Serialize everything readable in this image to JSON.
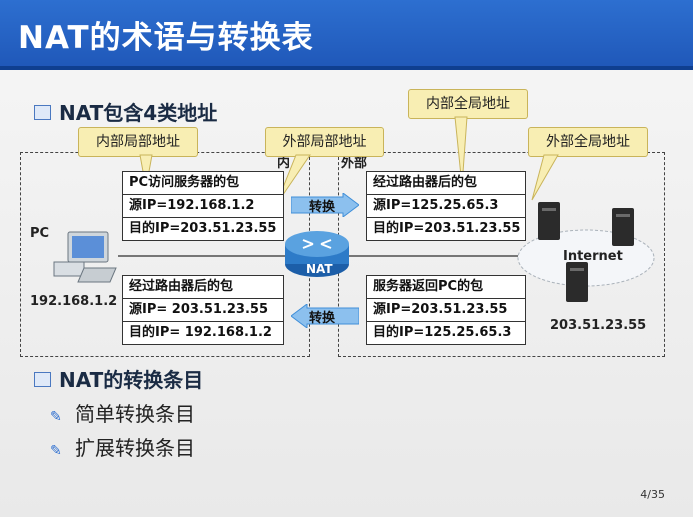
{
  "title": "NAT的术语与转换表",
  "section1": {
    "heading": "NAT包含4类地址"
  },
  "callouts": {
    "inside_local": "内部局部地址",
    "outside_local": "外部局部地址",
    "inside_global": "内部全局地址",
    "outside_global": "外部全局地址"
  },
  "zones": {
    "inside": "内",
    "outside": "外部"
  },
  "packets": {
    "pc_out": {
      "title": "PC访问服务器的包",
      "src": "源IP=192.168.1.2",
      "dst": "目的IP=203.51.23.55"
    },
    "router_out": {
      "title": "经过路由器后的包",
      "src": "源IP=125.25.65.3",
      "dst": "目的IP=203.51.23.55"
    },
    "router_in": {
      "title": "经过路由器后的包",
      "src": "源IP= 203.51.23.55",
      "dst": "目的IP= 192.168.1.2"
    },
    "server_back": {
      "title": "服务器返回PC的包",
      "src": "源IP=203.51.23.55",
      "dst": "目的IP=125.25.65.3"
    }
  },
  "convert_label": "转换",
  "router_label": "NAT",
  "pc": {
    "label": "PC",
    "ip": "192.168.1.2"
  },
  "internet": {
    "label": "Internet",
    "ip": "203.51.23.55"
  },
  "section2": {
    "heading": "NAT的转换条目",
    "items": [
      "简单转换条目",
      "扩展转换条目"
    ]
  },
  "page": "4/35",
  "colors": {
    "title_bg": "#2263c4",
    "callout_bg": "#f8eeb3",
    "arrow": "#3f8ed8"
  }
}
